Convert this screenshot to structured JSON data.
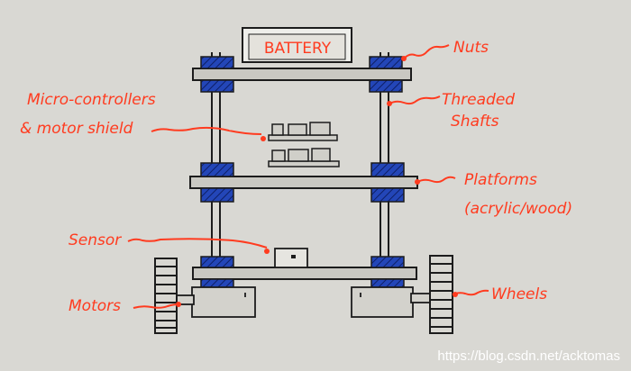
{
  "diagram": {
    "battery_label": "BATTERY",
    "labels": {
      "nuts": "Nuts",
      "micro_line1": "Micro-controllers",
      "micro_line2": "& motor shield",
      "threaded_line1": "Threaded",
      "threaded_line2": "Shafts",
      "platforms_line1": "Platforms",
      "platforms_line2": "(acrylic/wood)",
      "sensor": "Sensor",
      "motors": "Motors",
      "wheels": "Wheels"
    },
    "colors": {
      "background": "#d9d8d3",
      "ink": "#1c1c1c",
      "annotation": "#ff3b1f",
      "nut_fill": "#2346b8"
    }
  },
  "watermark": "https://blog.csdn.net/acktomas"
}
